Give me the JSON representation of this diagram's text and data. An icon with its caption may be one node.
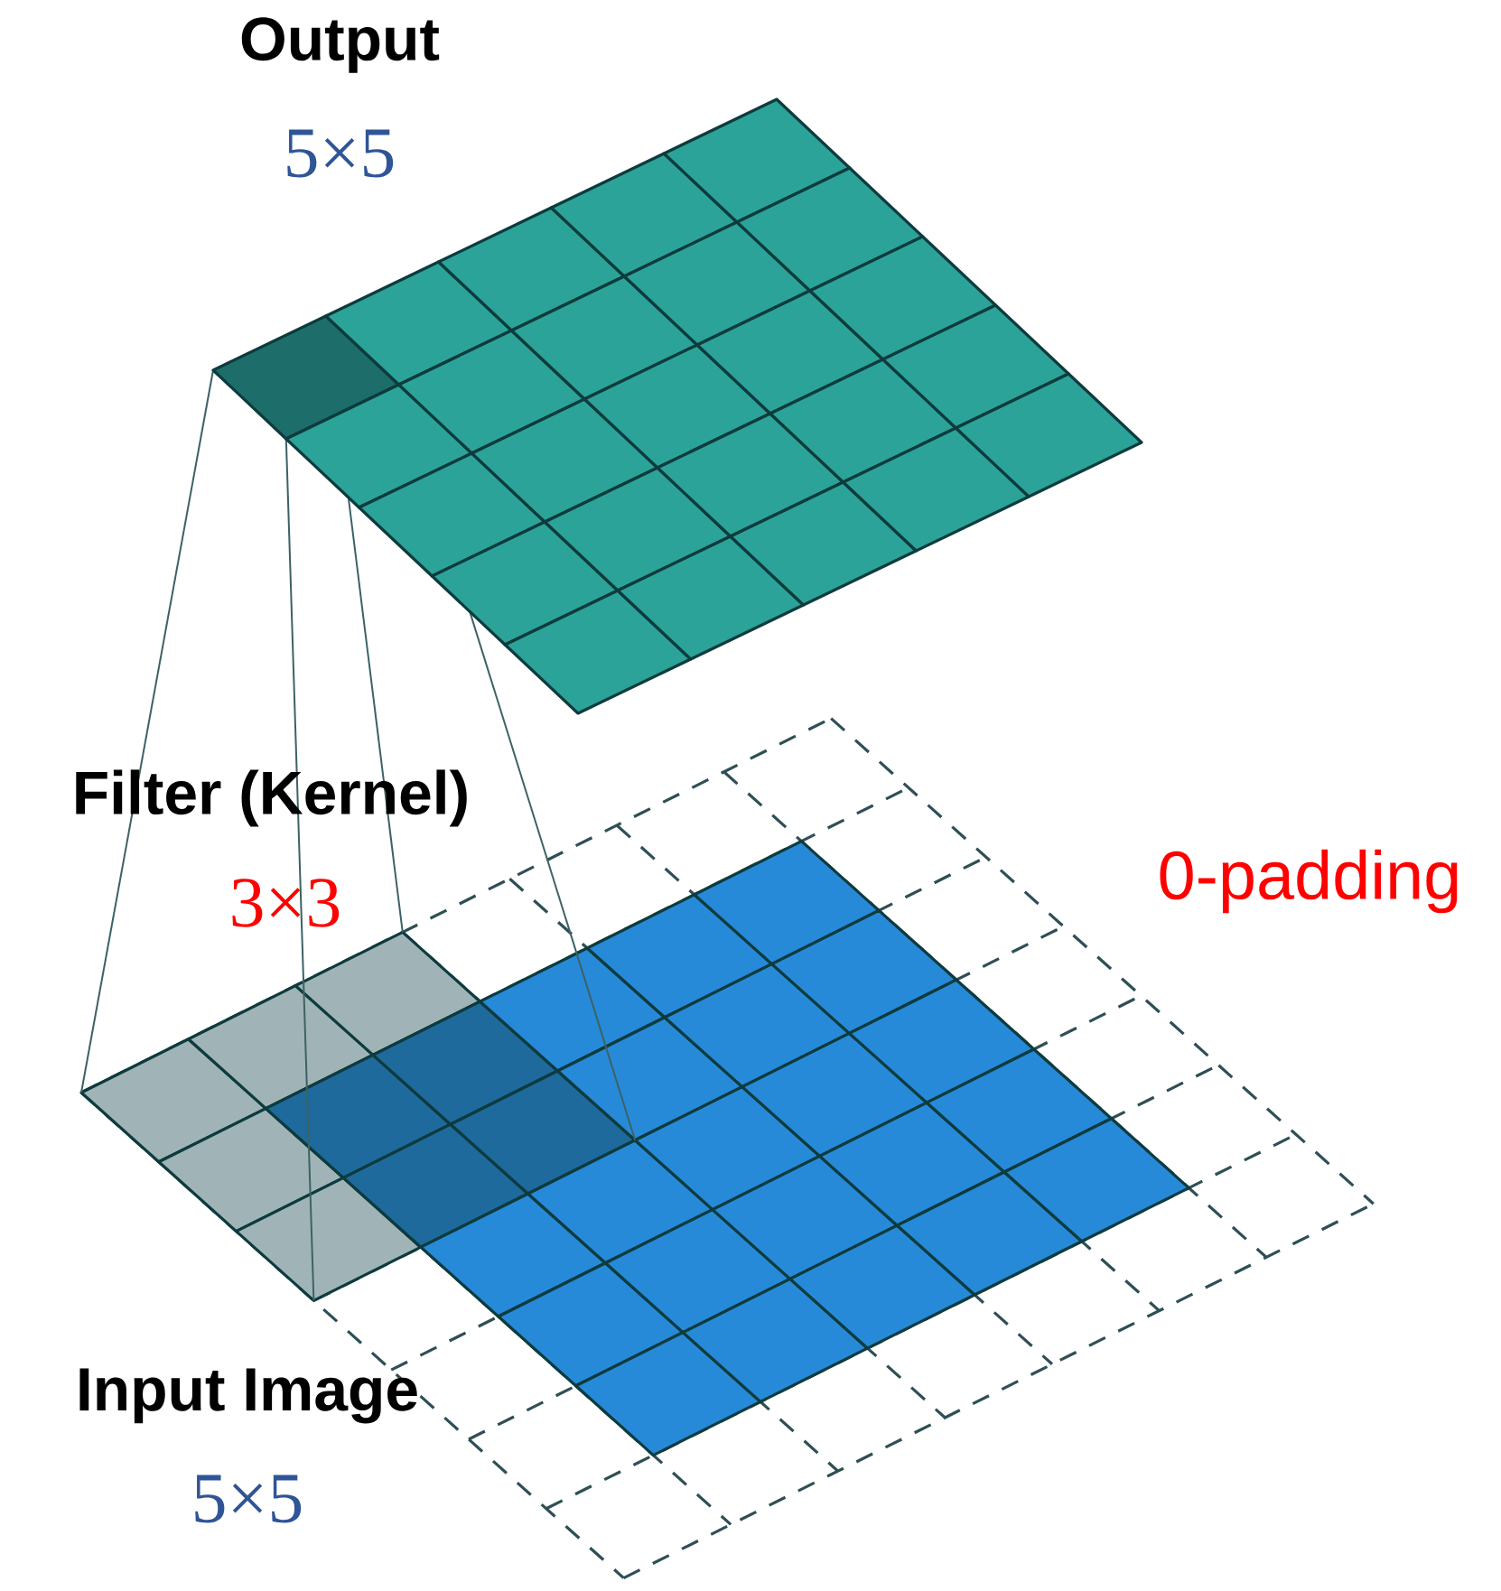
{
  "diagram": {
    "labels": [
      "Output",
      "5×5",
      "Filter (Kernel)",
      "3×3",
      "0-padding",
      "Input Image",
      "5×5"
    ]
  }
}
